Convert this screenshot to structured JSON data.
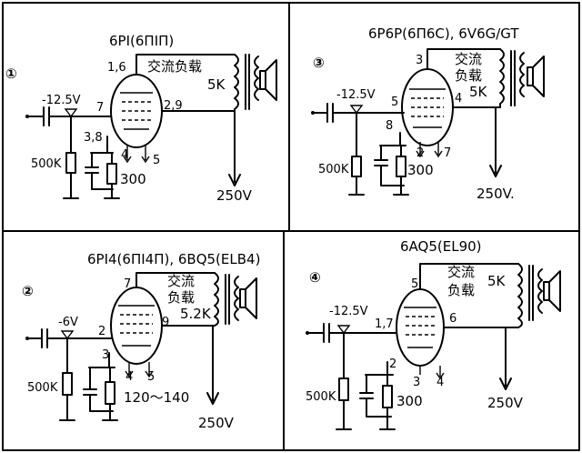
{
  "panels": [
    {
      "number": "①",
      "tube": "6PI(6ПIП)",
      "pins_top": "1,6",
      "pin_grid": "7",
      "pin_anode": "2,9",
      "pins_cathode": "3,8",
      "pin_a": "4",
      "pin_b": "5",
      "bias": "-12.5V",
      "grid_r": "500K",
      "cathode_r": "300",
      "load": [
        "交流负载",
        "5K"
      ],
      "supply": "250V"
    },
    {
      "number": "②",
      "tube": "6PI4(6ПI4П), 6BQ5(ELB4)",
      "pin_top": "7",
      "pin_grid": "2",
      "pin_anode": "9",
      "pin_cathode": "3",
      "pin_a": "4",
      "pin_b": "5",
      "bias": "-6V",
      "grid_r": "500K",
      "cathode_r": "120～140",
      "load": [
        "交流",
        "负载",
        "5.2K"
      ],
      "supply": "250V"
    },
    {
      "number": "③",
      "tube": "6P6P(6П6C), 6V6G/GT",
      "pin_top": "3",
      "pin_grid": "5",
      "pin_anode": "4",
      "pin_cathode": "8",
      "pin_a": "2",
      "pin_b": "7",
      "bias": "-12.5V",
      "grid_r": "500K",
      "cathode_r": "300",
      "load": [
        "交流",
        "负载",
        "5K"
      ],
      "supply": "250V."
    },
    {
      "number": "④",
      "tube": "6AQ5(EL90)",
      "pin_top": "5",
      "pin_grid": "1,7",
      "pin_anode": "6",
      "pin_cathode": "2",
      "pin_a": "3",
      "pin_b": "4",
      "bias": "-12.5V",
      "grid_r": "500K",
      "cathode_r": "300",
      "load": [
        "交流",
        "负载",
        "5K"
      ],
      "supply": "250V"
    }
  ]
}
